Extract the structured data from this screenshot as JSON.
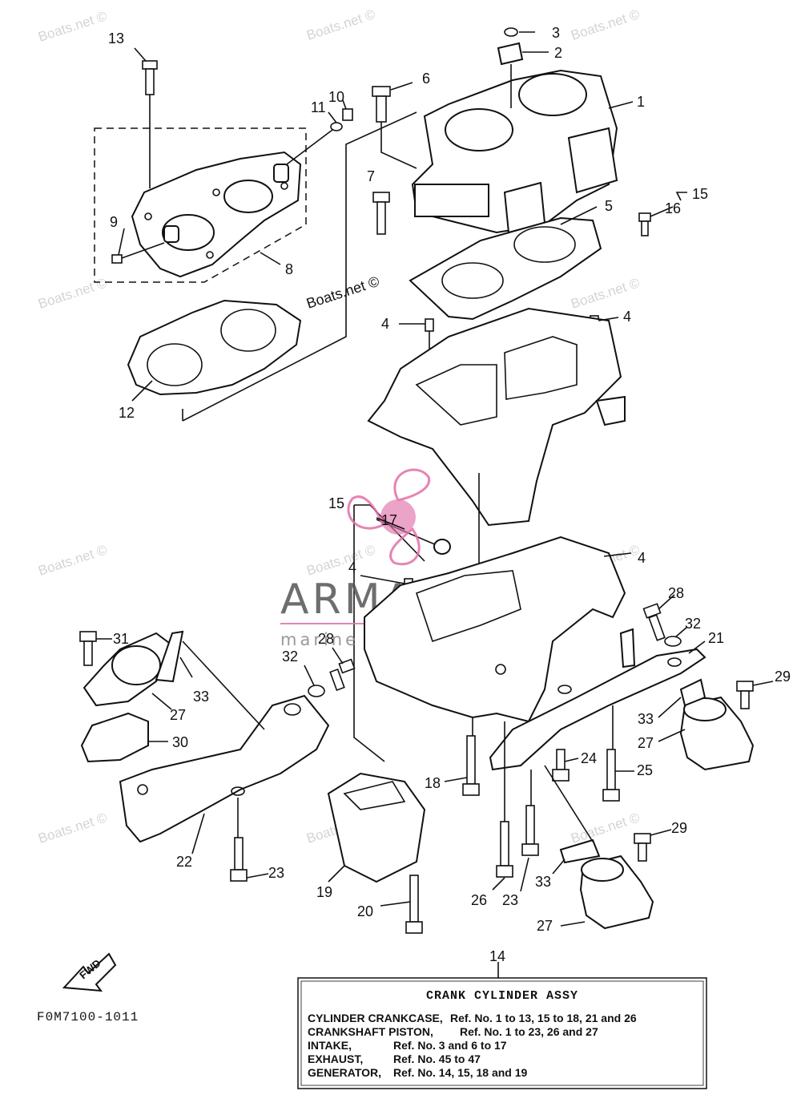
{
  "watermark_text": "Boats.net ©",
  "brand": {
    "name": "ARMADA",
    "tagline": "marine outboards",
    "accent_color": "#e26fa9",
    "text_color": "#555555"
  },
  "fwd_label": "FWD",
  "drawing_code": "F0M7100-1011",
  "callouts": {
    "c1": "1",
    "c2": "2",
    "c3": "3",
    "c4a": "4",
    "c4b": "4",
    "c4c": "4",
    "c4d": "4",
    "c5": "5",
    "c6": "6",
    "c7": "7",
    "c8": "8",
    "c9": "9",
    "c10": "10",
    "c11": "11",
    "c12": "12",
    "c13": "13",
    "c14": "14",
    "c15a": "15",
    "c15b": "15",
    "c16": "16",
    "c17": "17",
    "c18": "18",
    "c19": "19",
    "c20": "20",
    "c21": "21",
    "c22": "22",
    "c23a": "23",
    "c23b": "23",
    "c24": "24",
    "c25": "25",
    "c26": "26",
    "c27a": "27",
    "c27b": "27",
    "c27c": "27",
    "c28a": "28",
    "c28b": "28",
    "c29a": "29",
    "c29b": "29",
    "c30": "30",
    "c31": "31",
    "c32a": "32",
    "c32b": "32",
    "c33a": "33",
    "c33b": "33",
    "c33c": "33"
  },
  "assy_box": {
    "title": "CRANK CYLINDER ASSY",
    "rows": [
      {
        "name": "CYLINDER CRANKCASE,",
        "ref": "Ref. No. 1 to 13, 15 to 18, 21 and 26"
      },
      {
        "name": "CRANKSHAFT PISTON,",
        "ref": "Ref. No. 1 to 23, 26 and 27"
      },
      {
        "name": "INTAKE,",
        "ref": "Ref. No. 3 and 6 to 17"
      },
      {
        "name": "EXHAUST,",
        "ref": "Ref. No. 45 to 47"
      },
      {
        "name": "GENERATOR,",
        "ref": "Ref. No. 14, 15, 18 and 19"
      }
    ]
  }
}
